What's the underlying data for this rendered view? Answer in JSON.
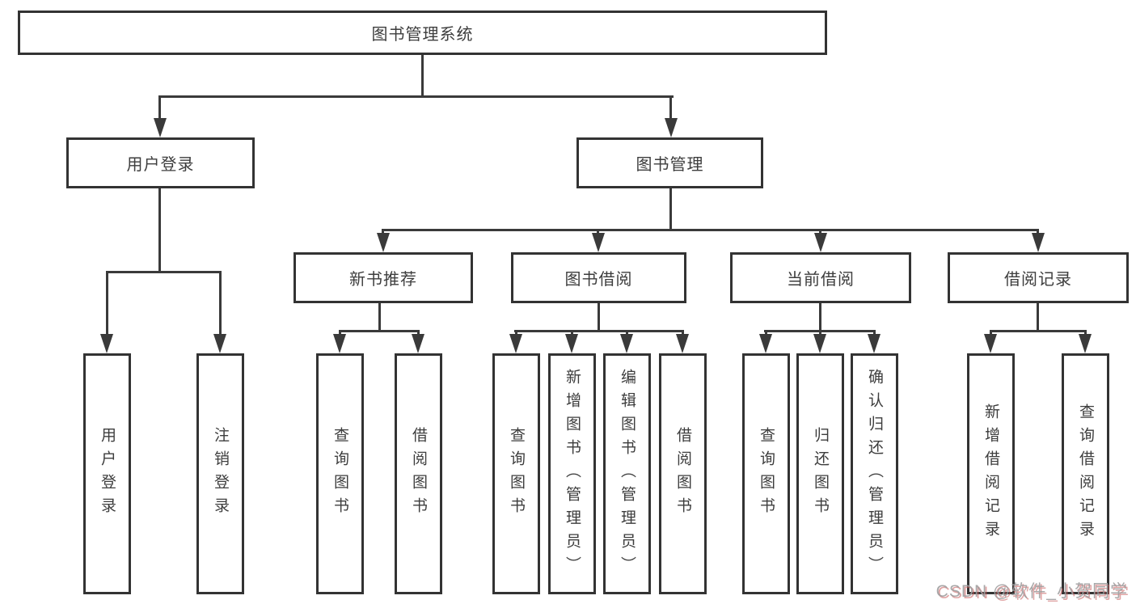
{
  "diagram": {
    "root": {
      "label": "图书管理系统"
    },
    "branches": [
      {
        "label": "用户登录",
        "children": [
          {
            "label": "用户登录"
          },
          {
            "label": "注销登录"
          }
        ]
      },
      {
        "label": "图书管理",
        "children": [
          {
            "label": "新书推荐",
            "children": [
              {
                "label": "查询图书"
              },
              {
                "label": "借阅图书"
              }
            ]
          },
          {
            "label": "图书借阅",
            "children": [
              {
                "label": "查询图书"
              },
              {
                "label": "新增图书（管理员）"
              },
              {
                "label": "编辑图书（管理员）"
              },
              {
                "label": "借阅图书"
              }
            ]
          },
          {
            "label": "当前借阅",
            "children": [
              {
                "label": "查询图书"
              },
              {
                "label": "归还图书"
              },
              {
                "label": "确认归还（管理员）"
              }
            ]
          },
          {
            "label": "借阅记录",
            "children": [
              {
                "label": "新增借阅记录"
              },
              {
                "label": "查询借阅记录"
              }
            ]
          }
        ]
      }
    ]
  },
  "watermark": {
    "text": "CSDN @软件_小贺同学"
  },
  "colors": {
    "line": "#3a3a3a",
    "border": "#333333",
    "text": "#3d3d3d",
    "background": "#ffffff",
    "watermark_gray": "#9e9ea0",
    "watermark_red": "#c65858"
  }
}
